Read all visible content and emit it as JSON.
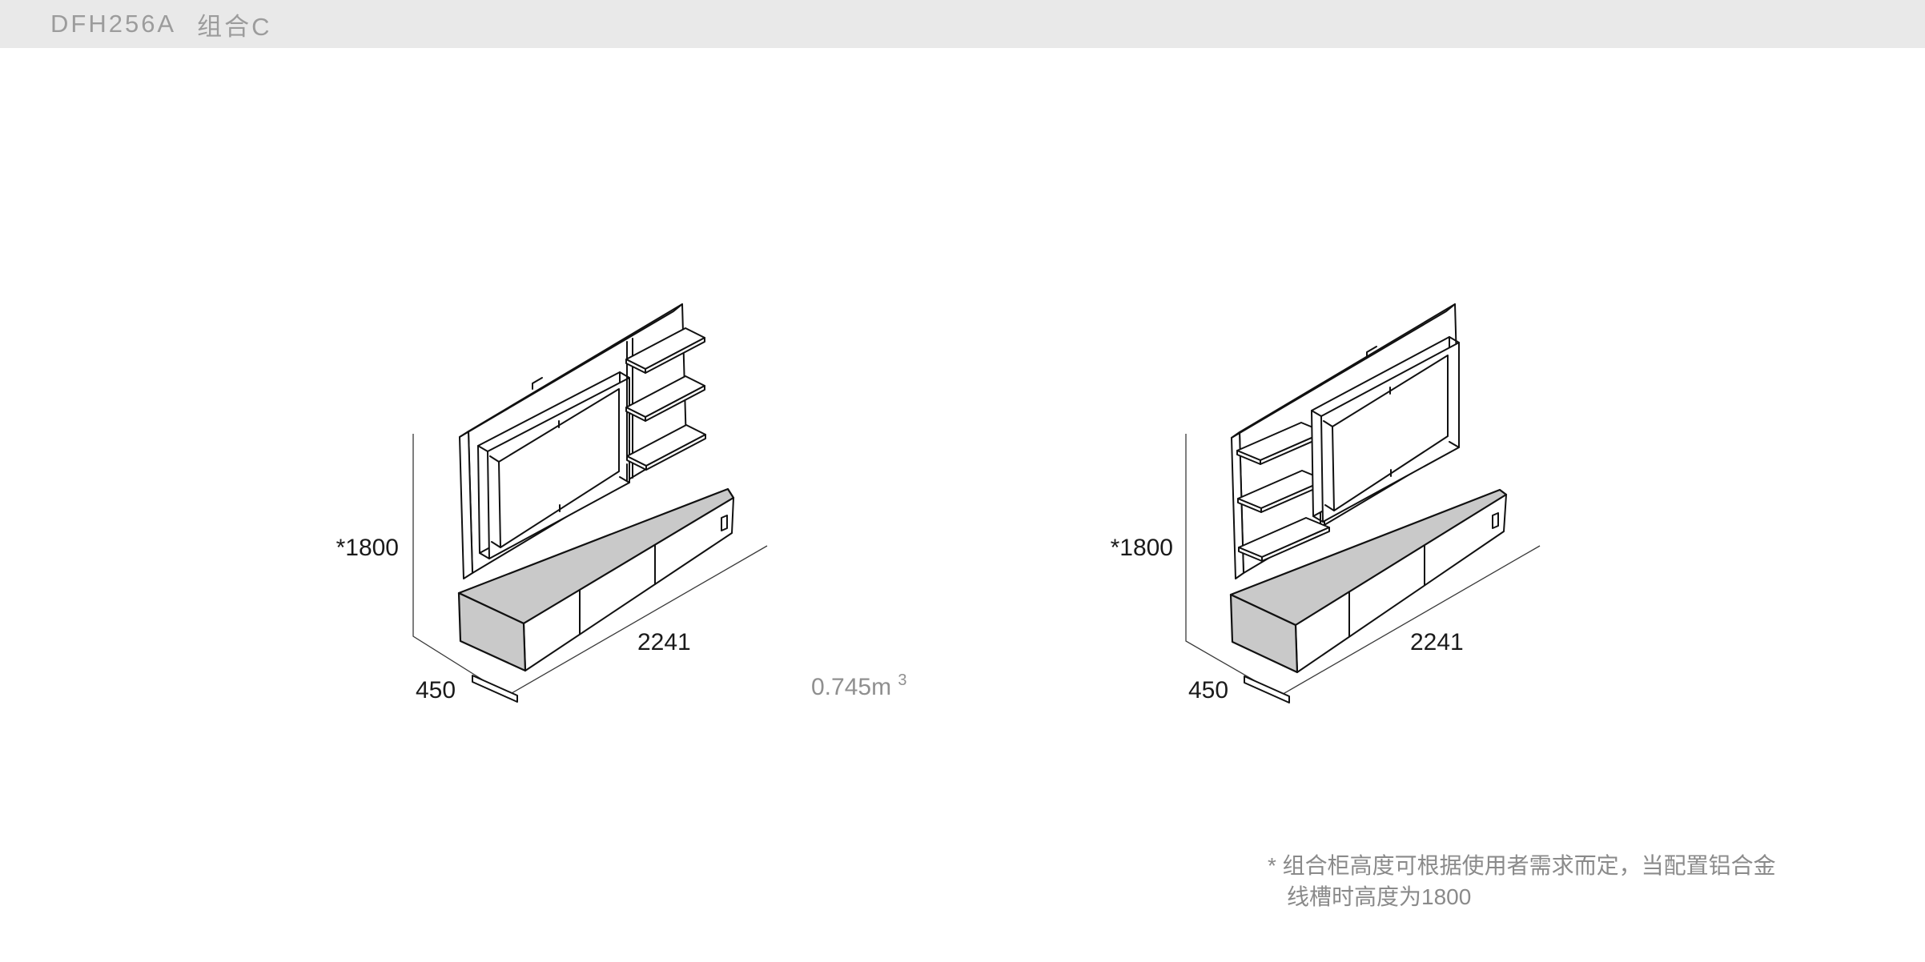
{
  "header": {
    "model_code": "DFH256A",
    "combo_name": "组合C"
  },
  "left_drawing": {
    "height_label": "*1800",
    "depth_label": "450",
    "width_label": "2241"
  },
  "right_drawing": {
    "height_label": "*1800",
    "depth_label": "450",
    "width_label": "2241"
  },
  "volume": {
    "value": "0.745m",
    "exponent": "3"
  },
  "footnote": {
    "line1": "* 组合柜高度可根据使用者需求而定，当配置铝合金",
    "line2": "线槽时高度为1800"
  },
  "colors": {
    "header_bg": "#e9e9e9",
    "header_text": "#9c9c9c",
    "line": "#111111",
    "cabinet_gray": "#c9c9c9",
    "dimension_text": "#1a1a1a",
    "muted_text": "#8f8f8f"
  }
}
